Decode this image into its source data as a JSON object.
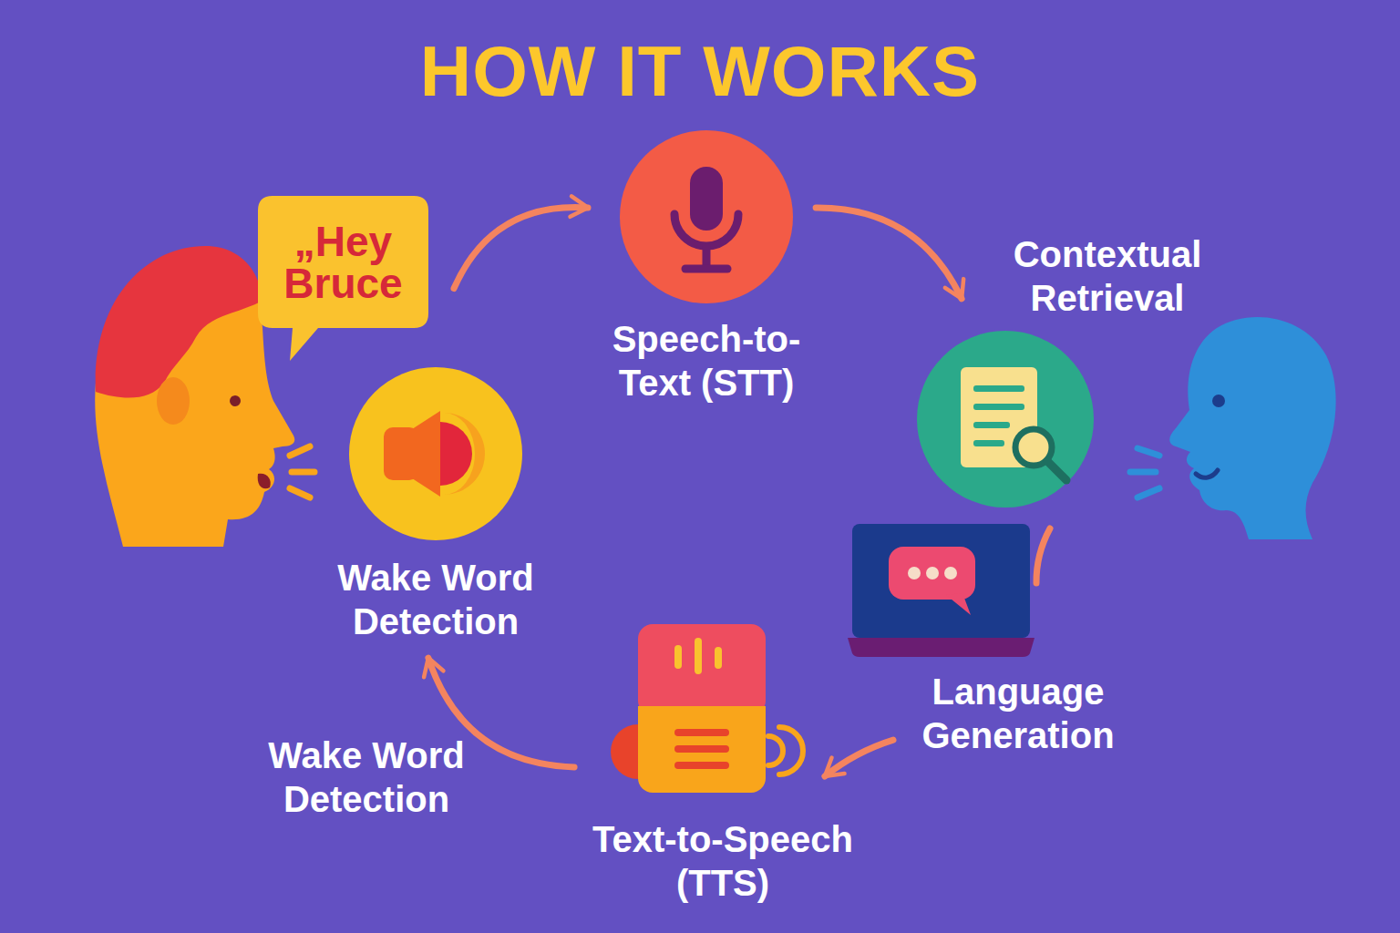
{
  "diagram": {
    "title": "HOW IT WORKS",
    "nodes": [
      {
        "text": [
          "„Hey Bruce"
        ]
      },
      {
        "text": [
          "Wake Word Detection"
        ]
      },
      {
        "text": [
          "Speech-to- Text (STT)"
        ]
      },
      {
        "text": [
          "Contextual Retrieval"
        ]
      },
      {
        "text": [
          "Language Generation"
        ]
      },
      {
        "text": [
          "Text-to-Speech (TTS)"
        ]
      }
    ],
    "edges": [
      {
        "from": 0,
        "to": 2,
        "arrow": "to"
      },
      {
        "from": 2,
        "to": 3,
        "arrow": "to"
      },
      {
        "from": 3,
        "to": 4,
        "arrow": "none"
      },
      {
        "from": 4,
        "to": 5,
        "arrow": "to"
      },
      {
        "from": 5,
        "to": 1,
        "arrow": "to"
      }
    ],
    "labels": [
      "Wake Word Detection"
    ]
  }
}
